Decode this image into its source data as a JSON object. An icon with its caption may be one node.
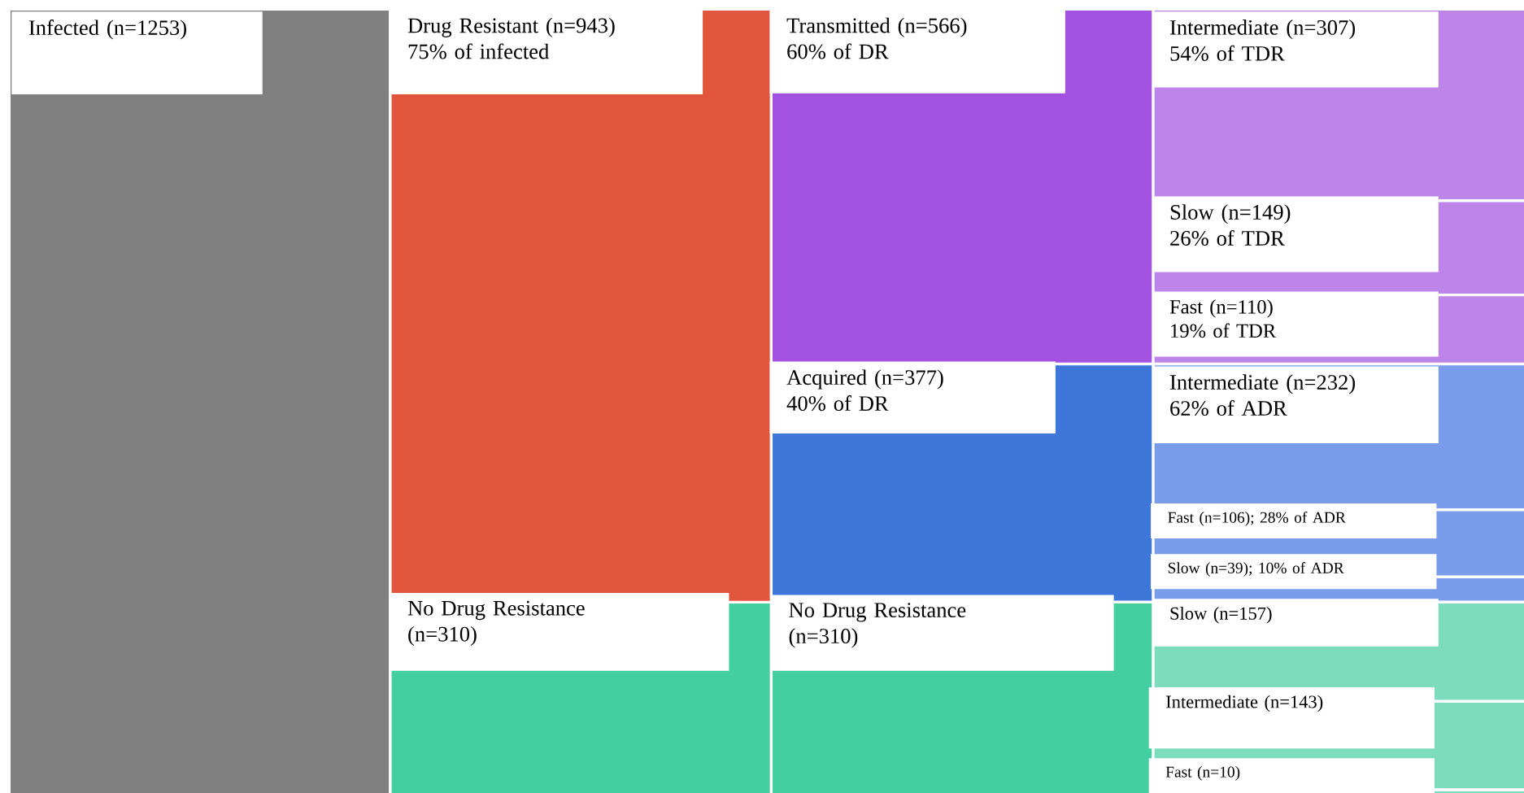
{
  "diagram": {
    "nodes": [
      {
        "text": [
          "Infected (n=1253)"
        ]
      },
      {
        "text": [
          "Drug Resistant (n=943)",
          "75% of infected"
        ]
      },
      {
        "text": [
          "No Drug Resistance (n=310)"
        ]
      },
      {
        "text": [
          "Transmitted (n=566)",
          "60% of DR"
        ]
      },
      {
        "text": [
          "Acquired (n=377)",
          "40% of DR"
        ]
      },
      {
        "text": [
          "No Drug Resistance (n=310)"
        ]
      },
      {
        "text": [
          "Intermediate (n=307)",
          "54% of TDR"
        ]
      },
      {
        "text": [
          "Slow (n=149)",
          "26% of TDR"
        ]
      },
      {
        "text": [
          "Fast (n=110)",
          "19% of TDR"
        ]
      },
      {
        "text": [
          "Intermediate (n=232)",
          "62% of ADR"
        ]
      },
      {
        "text": [
          "Fast (n=106); 28% of ADR"
        ]
      },
      {
        "text": [
          "Slow (n=39); 10% of ADR"
        ]
      },
      {
        "text": [
          "Slow (n=157)"
        ]
      },
      {
        "text": [
          "Intermediate (n=143)"
        ]
      },
      {
        "text": [
          "Fast (n=10)"
        ]
      }
    ]
  }
}
